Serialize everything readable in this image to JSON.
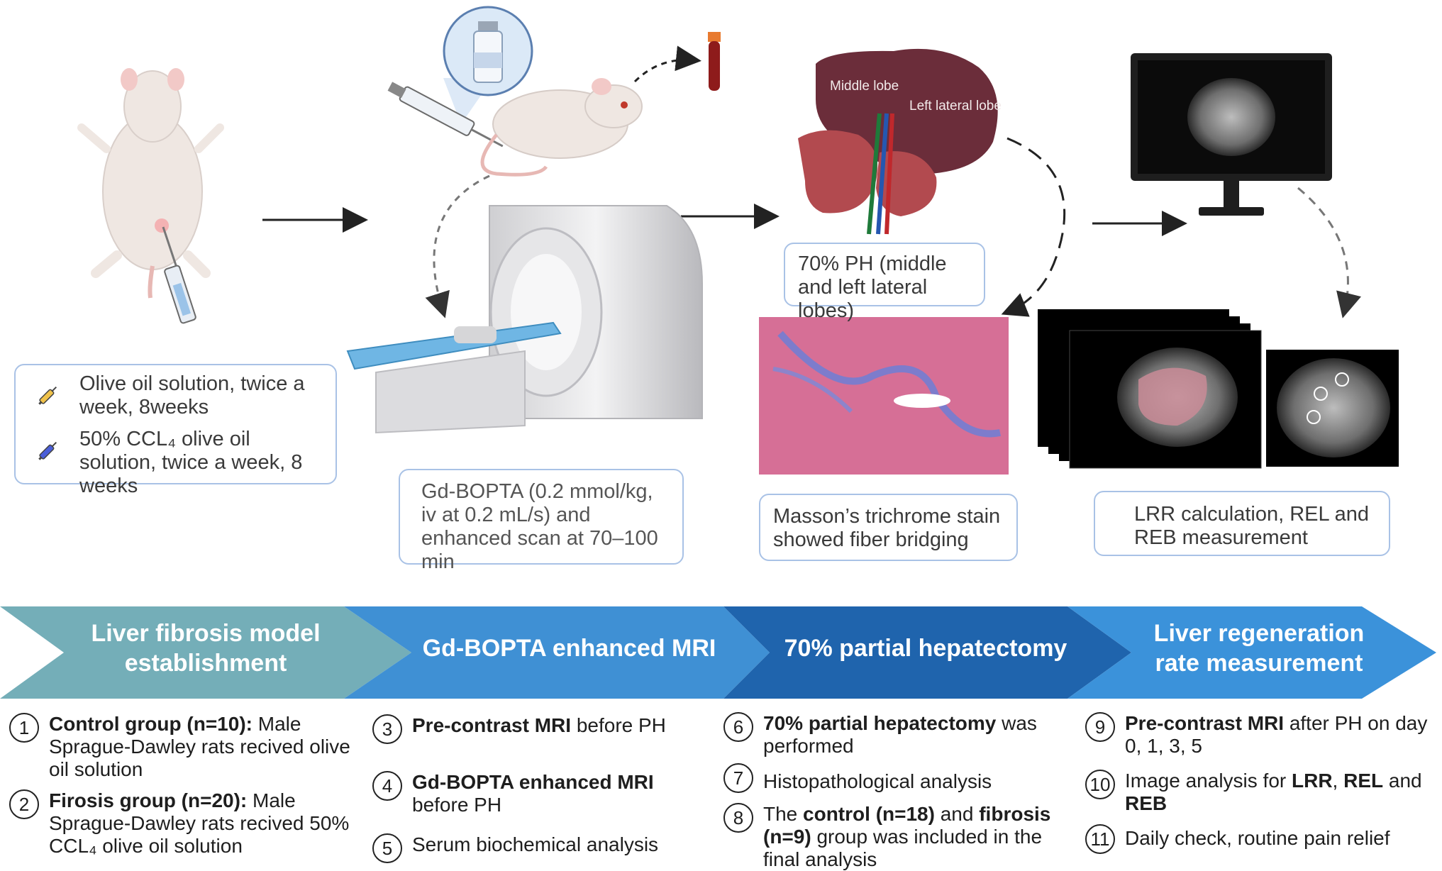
{
  "top": {
    "model_box": {
      "line1": "Olive oil solution, twice a week, 8weeks",
      "line2": "50% CCL₄ olive oil solution, twice a week, 8 weeks"
    },
    "mri_box": "Gd-BOPTA (0.2 mmol/kg, iv at 0.2 mL/s) and enhanced scan at 70–100 min",
    "ph_box": "70% PH (middle and left lateral lobes)",
    "stain_box": "Masson’s trichrome stain showed fiber bridging",
    "lrr_box": "LRR calculation, REL and REB measurement",
    "liver_labels": {
      "middle": "Middle lobe",
      "left": "Left lateral lobe"
    }
  },
  "banner": {
    "stage1": "Liver fibrosis model establishment",
    "stage2": "Gd-BOPTA enhanced MRI",
    "stage3": "70% partial hepatectomy",
    "stage4": "Liver regeneration rate measurement",
    "colors": [
      "#74aeb8",
      "#3f90d4",
      "#1f64ad",
      "#3b92da"
    ]
  },
  "steps": {
    "s1": {
      "num": "1",
      "bold": "Control group (n=10):",
      "rest": " Male Sprague-Dawley rats recived olive oil solution"
    },
    "s2": {
      "num": "2",
      "bold": "Firosis group (n=20):",
      "rest": " Male Sprague-Dawley rats recived 50% CCL₄  olive oil solution"
    },
    "s3": {
      "num": "3",
      "bold": "Pre-contrast MRI",
      "rest": " before PH"
    },
    "s4": {
      "num": "4",
      "bold": "Gd-BOPTA enhanced MRI",
      "rest": " before PH"
    },
    "s5": {
      "num": "5",
      "text": "Serum biochemical analysis"
    },
    "s6": {
      "num": "6",
      "bold": "70% partial hepatectomy",
      "rest": " was performed"
    },
    "s7": {
      "num": "7",
      "text": "Histopathological analysis"
    },
    "s8": {
      "num": "8",
      "pre": "The ",
      "bold1": "control (n=18)",
      "mid": " and ",
      "bold2": "fibrosis (n=9)",
      "rest": " group was included in the final analysis"
    },
    "s9": {
      "num": "9",
      "bold": "Pre-contrast MRI",
      "rest": " after PH on day 0, 1, 3, 5"
    },
    "s10": {
      "num": "10",
      "pre": "Image analysis for ",
      "bold1": "LRR",
      "mid": ", ",
      "bold2": "REL",
      "mid2": " and ",
      "bold3": "REB"
    },
    "s11": {
      "num": "11",
      "text": "Daily check, routine pain relief"
    }
  },
  "icons": [
    "rat-icon",
    "syringe-icon",
    "vial-icon",
    "blood-tube-icon",
    "mri-scanner-icon",
    "liver-icon",
    "histology-slide-icon",
    "monitor-icon",
    "mri-slice-icon"
  ]
}
